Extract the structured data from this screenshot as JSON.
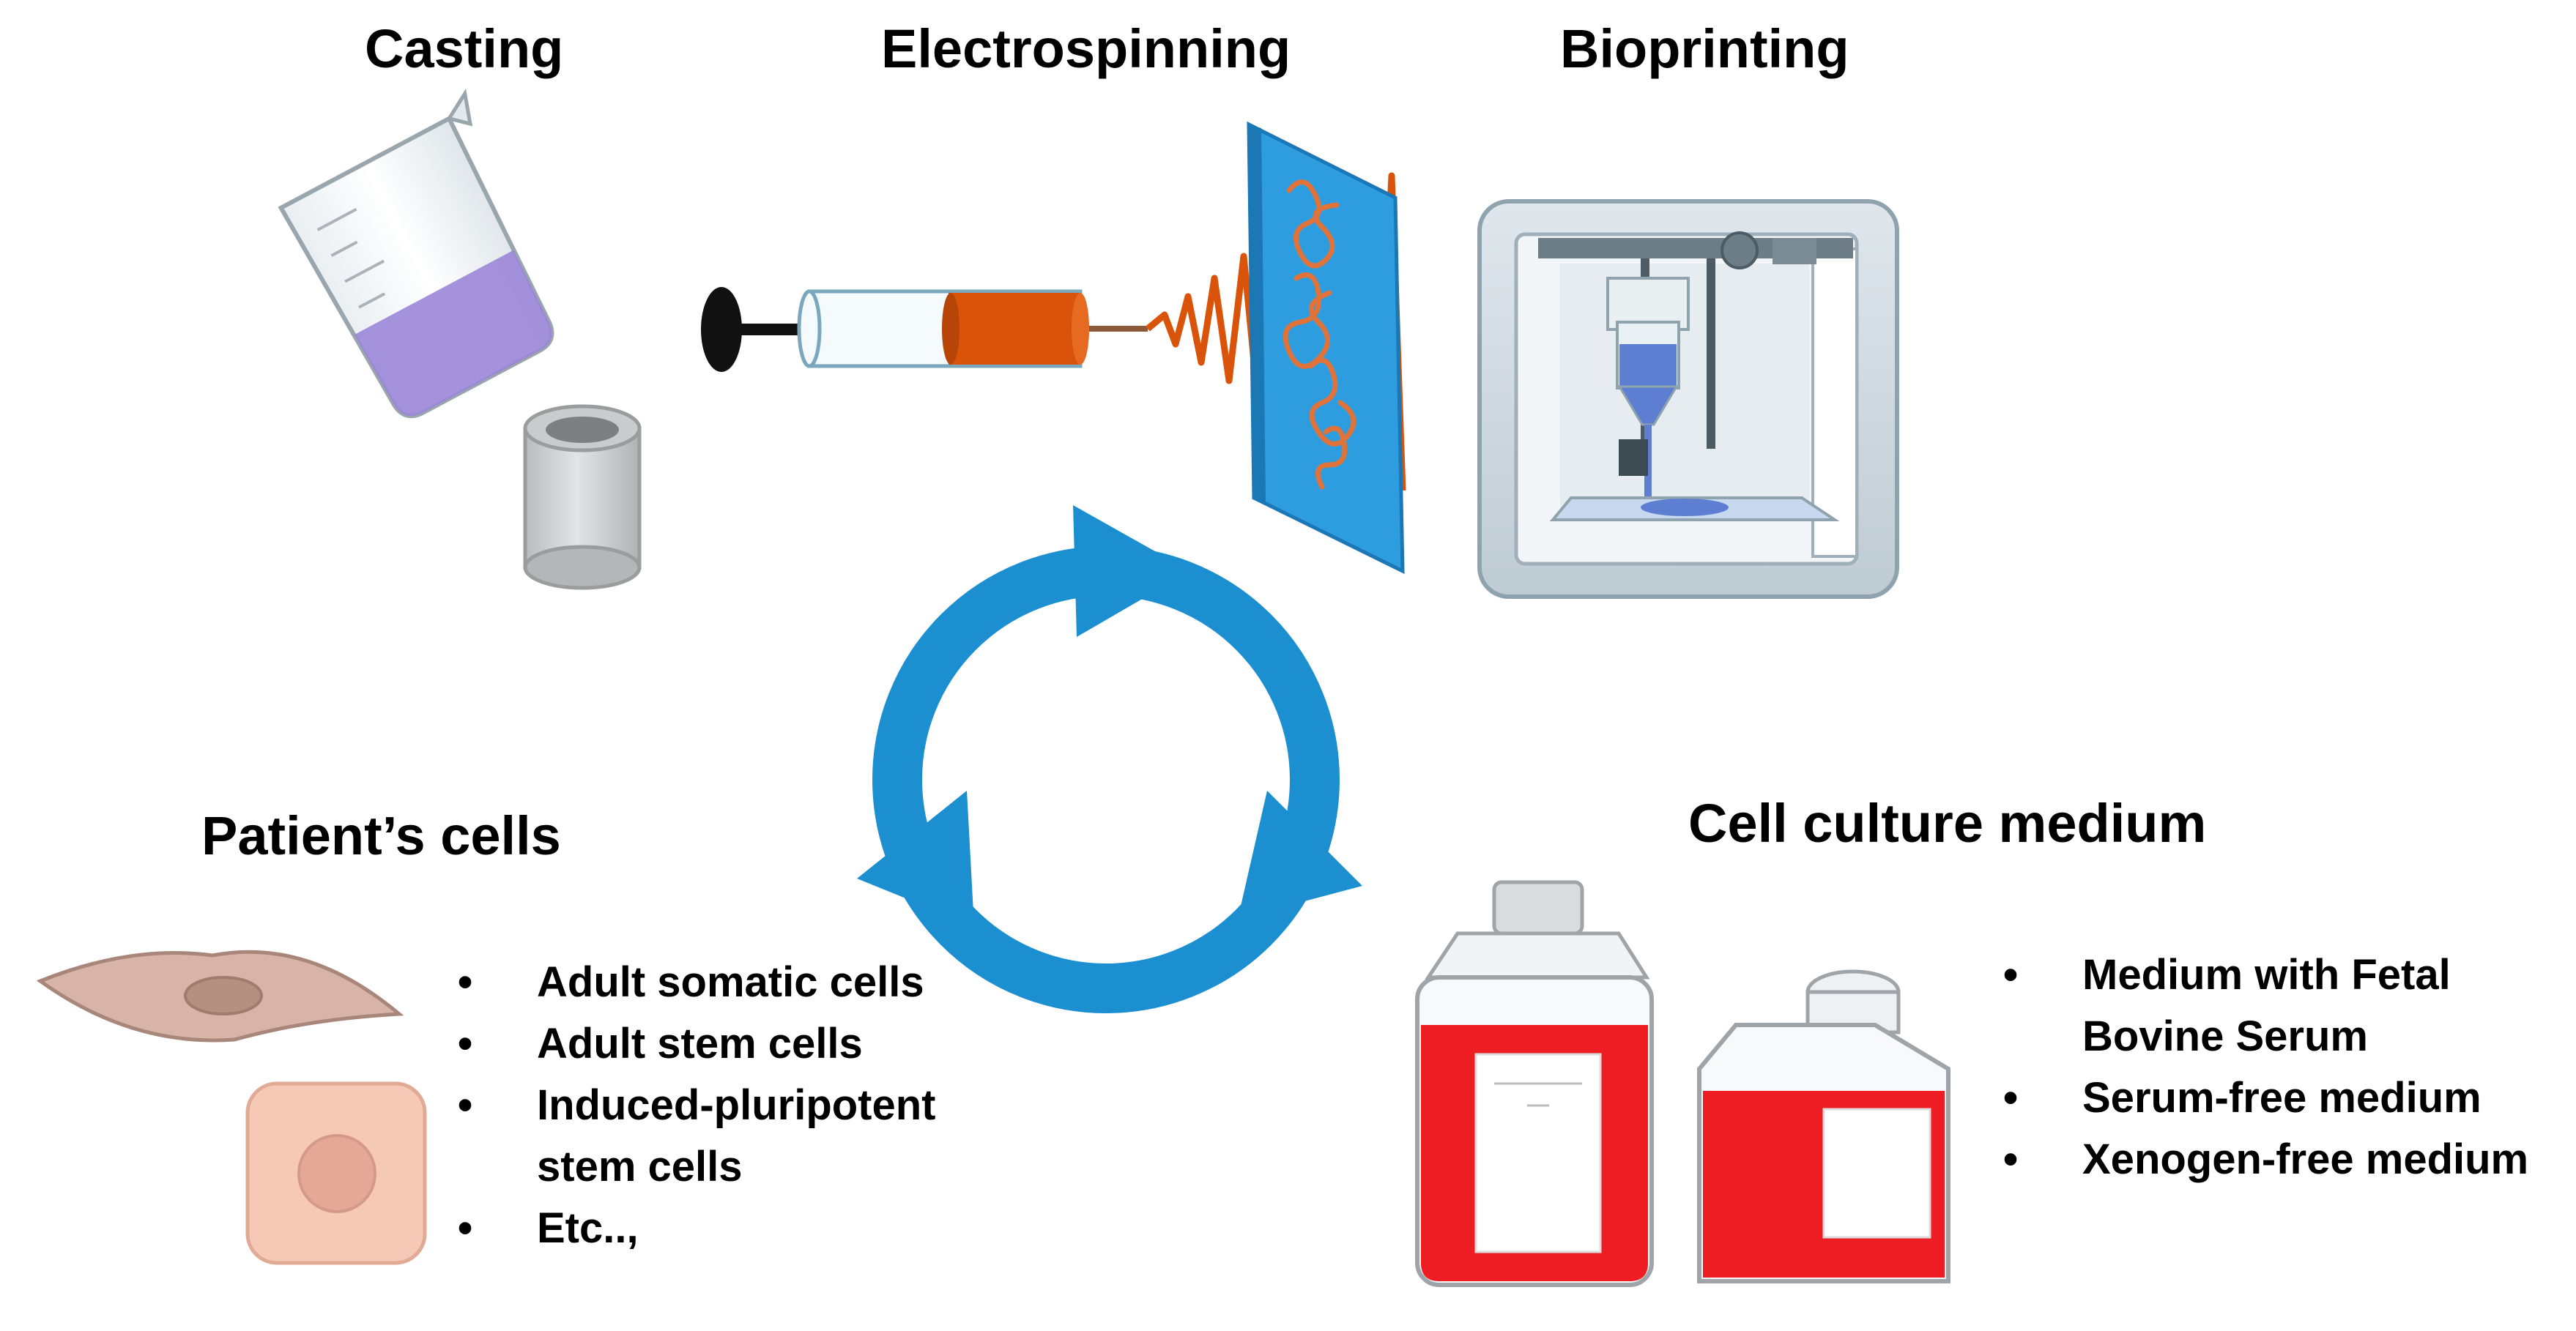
{
  "methods": {
    "casting": "Casting",
    "electrospinning": "Electrospinning",
    "bioprinting": "Bioprinting"
  },
  "patient_cells": {
    "title": "Patient’s cells",
    "items": [
      "Adult somatic cells",
      "Adult stem cells",
      "Induced-pluripotent",
      "stem cells",
      "Etc..,"
    ]
  },
  "culture_medium": {
    "title": "Cell culture medium",
    "items": [
      "Medium with Fetal",
      "Bovine Serum",
      "Serum-free medium",
      "Xenogen-free medium"
    ]
  },
  "bullet_symbol": "•",
  "colors": {
    "cycle_arrows": "#1b8fd0",
    "medium_red": "#ee1d24",
    "syringe_orange": "#d9540a",
    "collector_blue": "#2e9de0",
    "beaker_liquid": "#9b86d8",
    "fibroblast": "#d8b4a8",
    "epithelial_cell": "#f6c9b6"
  }
}
